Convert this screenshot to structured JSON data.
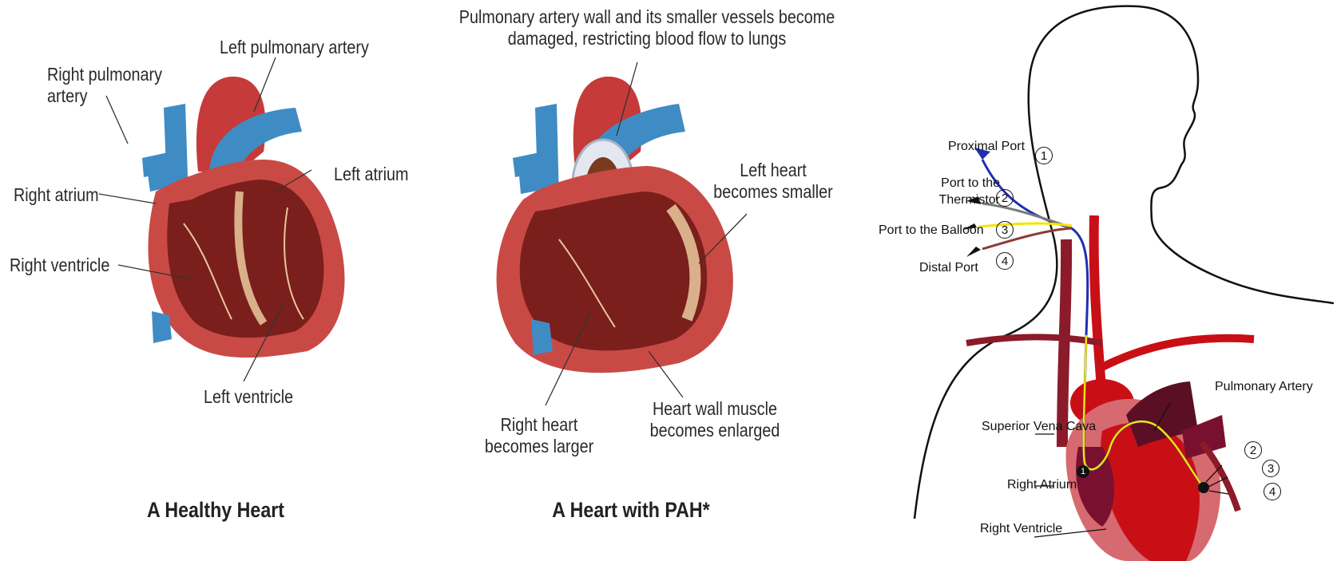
{
  "panel_healthy": {
    "caption": "A Healthy Heart",
    "labels": {
      "left_pulmonary_artery": "Left pulmonary artery",
      "right_pulmonary_artery": "Right pulmonary\nartery",
      "left_atrium": "Left atrium",
      "right_atrium": "Right atrium",
      "right_ventricle": "Right ventricle",
      "left_ventricle": "Left ventricle"
    }
  },
  "panel_pah": {
    "caption": "A Heart with PAH*",
    "labels": {
      "pulmonary_wall": "Pulmonary artery wall and its smaller vessels become\ndamaged, restricting blood flow to lungs",
      "left_heart": "Left heart\nbecomes smaller",
      "right_heart": "Right heart\nbecomes larger",
      "heart_wall": "Heart wall muscle\nbecomes enlarged"
    }
  },
  "panel_catheter": {
    "ports": [
      {
        "label": "Proximal Port",
        "num": "1"
      },
      {
        "label": "Port to the\nThermistor",
        "num": "2"
      },
      {
        "label": "Port to the Balloon",
        "num": "3"
      },
      {
        "label": "Distal Port",
        "num": "4"
      }
    ],
    "anatomy": {
      "pulmonary_artery": "Pulmonary Artery",
      "superior_vena_cava": "Superior Vena Cava",
      "right_atrium": "Right Atrium",
      "right_ventricle": "Right Ventricle"
    },
    "tip_numbers": [
      "2",
      "3",
      "4"
    ],
    "atrium_marker": "1",
    "line_colors": {
      "port1": "#1f2fb0",
      "port2": "#7a7a7a",
      "port3": "#f2e600",
      "port4": "#8b3a3a"
    }
  }
}
